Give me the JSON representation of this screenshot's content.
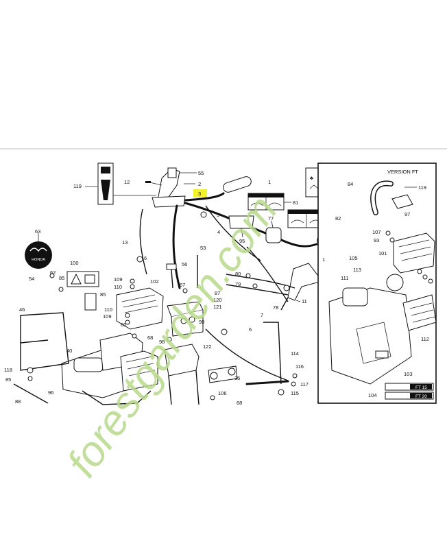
{
  "diagram": {
    "inset_title": "VERSION FT",
    "watermark": "forestgarden.com",
    "brand_logo": "HONDA",
    "highlight_color": "#f2f22a",
    "watermark_color_green": "#b8d98a",
    "watermark_color_orange": "#f0a24a",
    "callouts": {
      "p119": "119",
      "p12": "12",
      "p55": "55",
      "p2": "2",
      "p3": "3",
      "p1a": "1",
      "p84": "84",
      "p81": "81",
      "p5": "5",
      "p4": "4",
      "p82": "82",
      "p77": "77",
      "p95": "95",
      "p1b": "1",
      "p13": "13",
      "p63": "63",
      "p53": "53",
      "p100": "100",
      "p6a": "6",
      "p56": "56",
      "p62": "62",
      "p85a": "85",
      "p109a": "109",
      "p110a": "110",
      "p102": "102",
      "p67a": "67",
      "p87": "87",
      "p80": "80",
      "p79": "79",
      "p54": "54",
      "p85b": "85",
      "p120": "120",
      "p121": "121",
      "p78": "78",
      "p11": "11",
      "p110b": "110",
      "p109b": "109",
      "p60": "60",
      "p99": "99",
      "p46": "46",
      "p7": "7",
      "p6b": "6",
      "p68": "68",
      "p98": "98",
      "p122": "122",
      "p40": "40",
      "p114": "114",
      "p118": "118",
      "p85c": "85",
      "p96": "96",
      "p35": "35",
      "p116": "116",
      "p117": "117",
      "p106": "106",
      "p115": "115",
      "p88": "88",
      "p68b": "68",
      "ft119": "119",
      "ft97": "97",
      "ft107": "107",
      "ft93": "93",
      "ft101": "101",
      "ft105": "105",
      "ft111": "111",
      "ft113": "113",
      "ft112": "112",
      "ft103": "103",
      "ft104": "104"
    },
    "legend_badges": [
      "FT 15",
      "FT 20"
    ]
  }
}
